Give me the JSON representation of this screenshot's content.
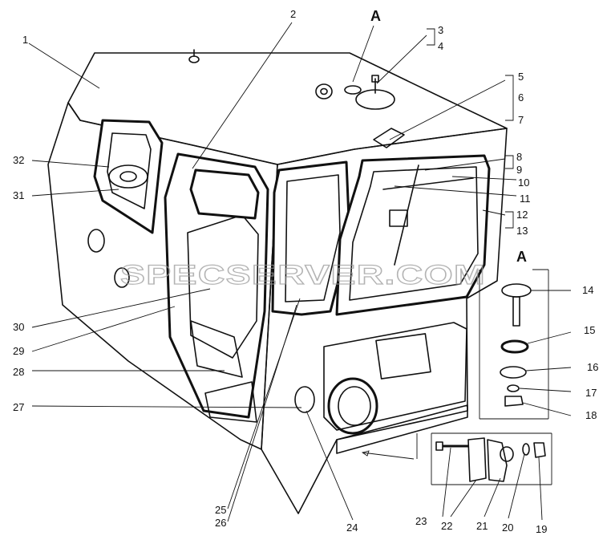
{
  "view_labels": {
    "main_view": "A",
    "detail_view": "A"
  },
  "watermark": "SPECSERVER.COM",
  "callouts": [
    "1",
    "2",
    "3",
    "4",
    "5",
    "6",
    "7",
    "8",
    "9",
    "10",
    "11",
    "12",
    "13",
    "14",
    "15",
    "16",
    "17",
    "18",
    "19",
    "20",
    "21",
    "22",
    "23",
    "24",
    "25",
    "26",
    "27",
    "28",
    "29",
    "30",
    "31",
    "32"
  ]
}
